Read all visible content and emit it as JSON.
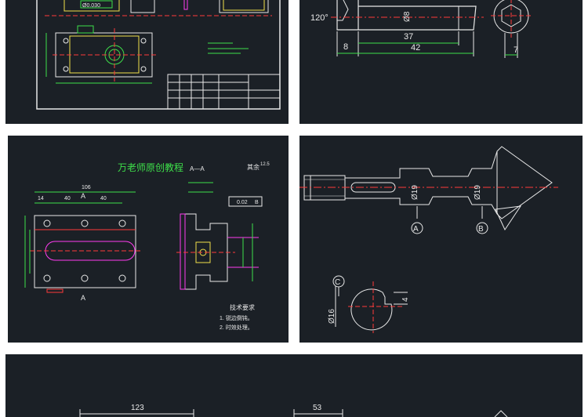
{
  "panels": {
    "top_left": {
      "tol_label": "Ø0.030"
    },
    "top_right": {
      "angle": "120°",
      "dia": "Ø8",
      "d37": "37",
      "d42": "42",
      "d8": "8",
      "d7": "7"
    },
    "mid_left": {
      "title": "万老师原创教程",
      "section": "A—A",
      "other": "其余",
      "roughness": "12.5",
      "d106": "106",
      "d14": "14",
      "d40a": "40",
      "d40b": "40",
      "gd_tol": "0.02",
      "gd_ref": "B",
      "tech_title": "技术要求",
      "tech_1": "1. 锐边倒钝。",
      "tech_2": "2. 时效处理。",
      "a_mark_top": "A",
      "a_mark_bottom": "A"
    },
    "mid_right": {
      "dia19a": "Ø19",
      "dia19b": "Ø19",
      "dia16": "Ø16",
      "d4": "4",
      "datum_a": "A",
      "datum_b": "B",
      "datum_c": "C"
    },
    "bottom": {
      "d123": "123",
      "d53": "53"
    }
  },
  "colors": {
    "background": "#1b2026",
    "white": "#e8e8e8",
    "green": "#3ee04a",
    "yellow": "#f2e14a",
    "magenta": "#ff3cf0",
    "red": "#ff3a3a",
    "cyan": "#34d6e8"
  }
}
